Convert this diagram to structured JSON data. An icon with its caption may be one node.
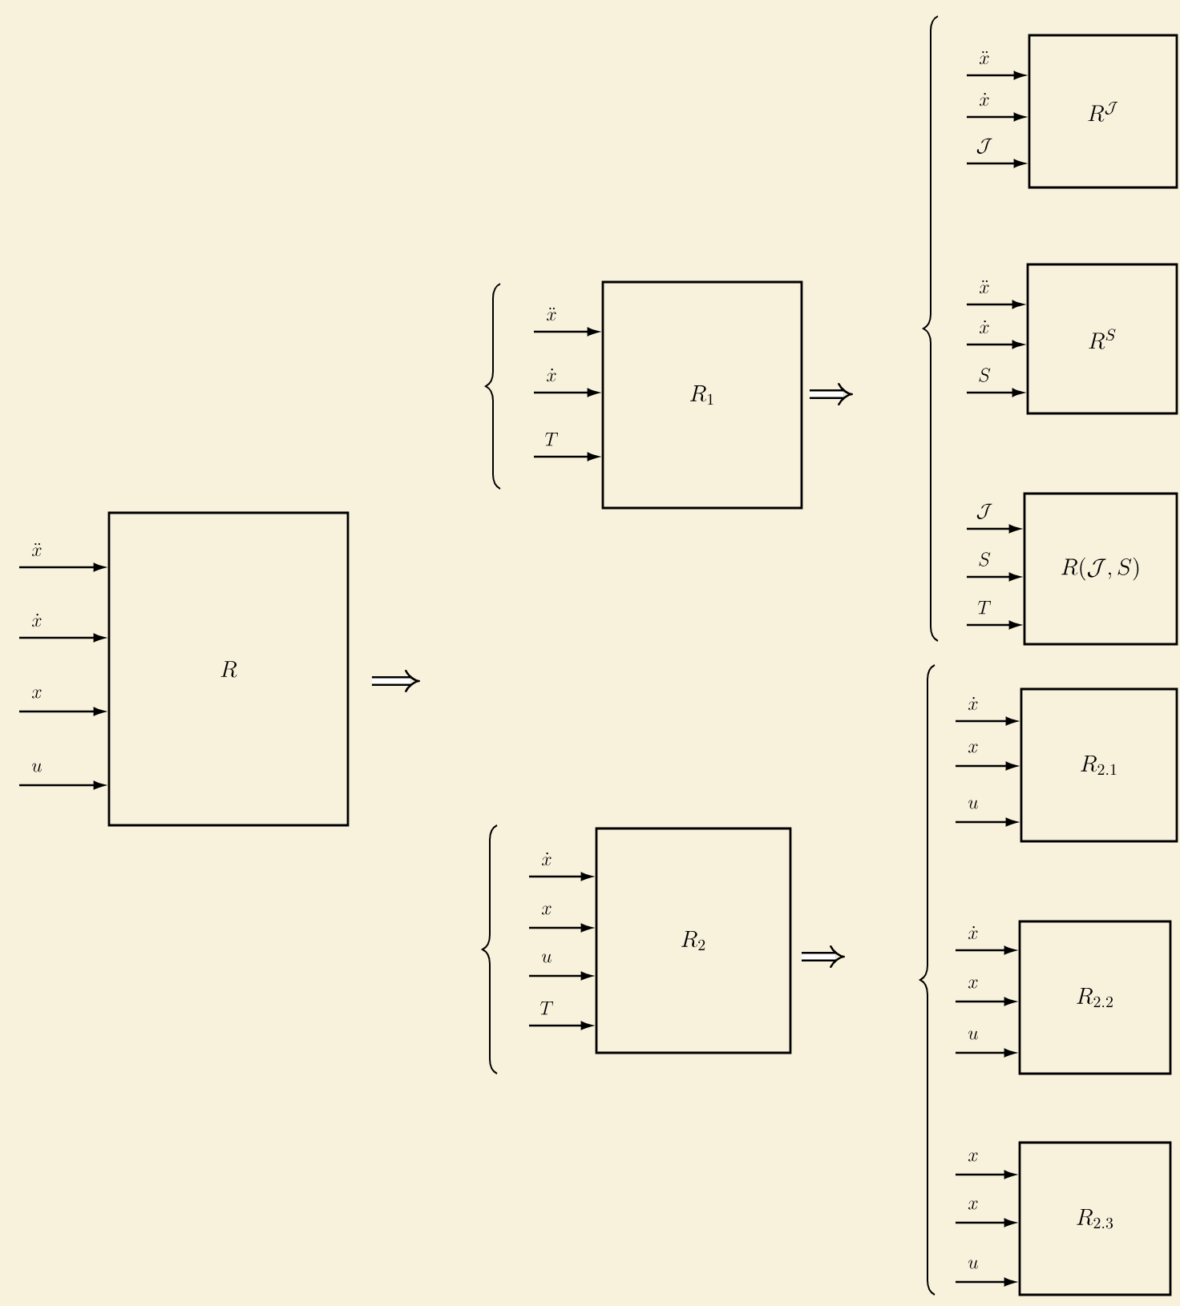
{
  "diagram": {
    "nodes": [
      {
        "text": [
          "R"
        ]
      },
      {
        "text": [
          "R_{1}"
        ]
      },
      {
        "text": [
          "R_{2}"
        ]
      },
      {
        "text": [
          "R^{\\mathcal{J}}"
        ]
      },
      {
        "text": [
          "R^{S}"
        ]
      },
      {
        "text": [
          "R(\\mathcal{J},S)"
        ]
      },
      {
        "text": [
          "R_{2.1}"
        ]
      },
      {
        "text": [
          "R_{2.2}"
        ]
      },
      {
        "text": [
          "R_{2.3}"
        ]
      }
    ],
    "edges": [
      {
        "from": null,
        "to": 0,
        "arrow": "to",
        "label": "\\ddot{x}"
      },
      {
        "from": null,
        "to": 0,
        "arrow": "to",
        "label": "\\dot{x}"
      },
      {
        "from": null,
        "to": 0,
        "arrow": "to",
        "label": "x"
      },
      {
        "from": null,
        "to": 0,
        "arrow": "to",
        "label": "u"
      },
      {
        "from": null,
        "to": 1,
        "arrow": "to",
        "label": "\\ddot{x}"
      },
      {
        "from": null,
        "to": 1,
        "arrow": "to",
        "label": "\\dot{x}"
      },
      {
        "from": null,
        "to": 1,
        "arrow": "to",
        "label": "T"
      },
      {
        "from": null,
        "to": 2,
        "arrow": "to",
        "label": "\\dot{x}"
      },
      {
        "from": null,
        "to": 2,
        "arrow": "to",
        "label": "x"
      },
      {
        "from": null,
        "to": 2,
        "arrow": "to",
        "label": "u"
      },
      {
        "from": null,
        "to": 2,
        "arrow": "to",
        "label": "T"
      },
      {
        "from": null,
        "to": 3,
        "arrow": "to",
        "label": "\\ddot{x}"
      },
      {
        "from": null,
        "to": 3,
        "arrow": "to",
        "label": "\\dot{x}"
      },
      {
        "from": null,
        "to": 3,
        "arrow": "to",
        "label": "\\mathcal{J}"
      },
      {
        "from": null,
        "to": 4,
        "arrow": "to",
        "label": "\\ddot{x}"
      },
      {
        "from": null,
        "to": 4,
        "arrow": "to",
        "label": "\\dot{x}"
      },
      {
        "from": null,
        "to": 4,
        "arrow": "to",
        "label": "S"
      },
      {
        "from": null,
        "to": 5,
        "arrow": "to",
        "label": "\\mathcal{J}"
      },
      {
        "from": null,
        "to": 5,
        "arrow": "to",
        "label": "S"
      },
      {
        "from": null,
        "to": 5,
        "arrow": "to",
        "label": "T"
      },
      {
        "from": null,
        "to": 6,
        "arrow": "to",
        "label": "\\dot{x}"
      },
      {
        "from": null,
        "to": 6,
        "arrow": "to",
        "label": "x"
      },
      {
        "from": null,
        "to": 6,
        "arrow": "to",
        "label": "u"
      },
      {
        "from": null,
        "to": 7,
        "arrow": "to",
        "label": "\\dot{x}"
      },
      {
        "from": null,
        "to": 7,
        "arrow": "to",
        "label": "x"
      },
      {
        "from": null,
        "to": 7,
        "arrow": "to",
        "label": "u"
      },
      {
        "from": null,
        "to": 8,
        "arrow": "to",
        "label": "x"
      },
      {
        "from": null,
        "to": 8,
        "arrow": "to",
        "label": "x"
      },
      {
        "from": null,
        "to": 8,
        "arrow": "to",
        "label": "u"
      }
    ]
  }
}
